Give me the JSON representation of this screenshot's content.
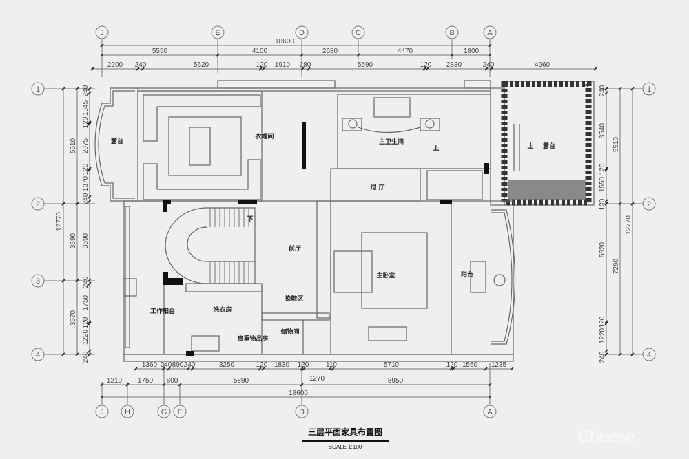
{
  "drawing": {
    "title": "三层平面家具布置图",
    "scale": "SCALE   1:100",
    "watermark": "Cheese"
  },
  "grid": {
    "top": [
      "J",
      "E",
      "D",
      "C",
      "B",
      "A"
    ],
    "bottom": [
      "J",
      "H",
      "G",
      "F",
      "D",
      "A"
    ],
    "left": [
      "1",
      "2",
      "3",
      "4"
    ],
    "right": [
      "1",
      "2",
      "4"
    ]
  },
  "dims": {
    "top_total": "18600",
    "top_axis": [
      "5550",
      "4100",
      "2680",
      "4470",
      "1800"
    ],
    "top_detail": [
      "2200",
      "240",
      "5620",
      "120",
      "1910",
      "280",
      "5590",
      "120",
      "2830",
      "240",
      "4960"
    ],
    "bottom_detail": [
      "1360",
      "240",
      "890",
      "240",
      "3250",
      "120",
      "1830",
      "120",
      "110",
      "5710",
      "120",
      "1560",
      "1235"
    ],
    "bottom_extra": "1270",
    "bottom_axis": [
      "1210",
      "1750",
      "800",
      "5890",
      "8950"
    ],
    "bottom_total": "18600",
    "left_detail": [
      "240",
      "1345",
      "120",
      "2075",
      "120",
      "1370",
      "240",
      "3690",
      "240",
      "1750",
      "120",
      "1220",
      "240"
    ],
    "left_axis": [
      "5510",
      "3690",
      "3570"
    ],
    "left_total": "12770",
    "right_detail": [
      "240",
      "3540",
      "120",
      "1550",
      "120",
      "5620",
      "120",
      "1220",
      "240"
    ],
    "right_axis": [
      "5510",
      "7260"
    ],
    "right_total": "12770"
  },
  "rooms": {
    "terrace_left": "露台",
    "cloakroom": "衣帽间",
    "master_bath": "主卫生间",
    "up_1": "上",
    "up_2": "上",
    "terrace_right": "露台",
    "hall": "过 厅",
    "down": "下",
    "foyer": "前厅",
    "master_bedroom": "主卧室",
    "balcony": "阳台",
    "work_balcony": "工作阳台",
    "laundry": "洗衣房",
    "shoe_area": "换鞋区",
    "storage": "储物间",
    "valuables": "贵重物品房"
  }
}
